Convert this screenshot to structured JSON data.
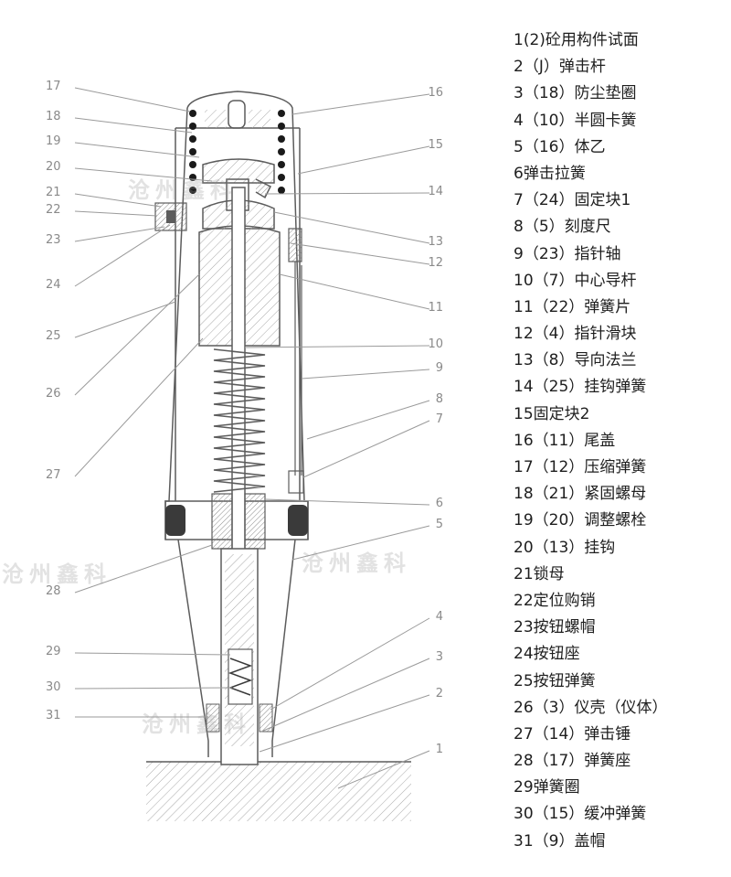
{
  "watermark_text": "沧州鑫科",
  "colors": {
    "line": "#5c5c5c",
    "hatch": "#9a9a9a",
    "leader": "#9a9a9a",
    "text": "#1e1e1e"
  },
  "callouts": [
    {
      "num": "17"
    },
    {
      "num": "18"
    },
    {
      "num": "19"
    },
    {
      "num": "20"
    },
    {
      "num": "21"
    },
    {
      "num": "22"
    },
    {
      "num": "23"
    },
    {
      "num": "24"
    },
    {
      "num": "25"
    },
    {
      "num": "26"
    },
    {
      "num": "27"
    },
    {
      "num": "28"
    },
    {
      "num": "29"
    },
    {
      "num": "30"
    },
    {
      "num": "31"
    },
    {
      "num": "16"
    },
    {
      "num": "15"
    },
    {
      "num": "14"
    },
    {
      "num": "13"
    },
    {
      "num": "12"
    },
    {
      "num": "11"
    },
    {
      "num": "10"
    },
    {
      "num": "9"
    },
    {
      "num": "8"
    },
    {
      "num": "7"
    },
    {
      "num": "6"
    },
    {
      "num": "5"
    },
    {
      "num": "4"
    },
    {
      "num": "3"
    },
    {
      "num": "2"
    },
    {
      "num": "1"
    }
  ],
  "legend": [
    "1(2)砼用构件试面",
    "2（J）弹击杆",
    "3（18）防尘垫圈",
    "4（10）半圆卡簧",
    "5（16）体乙",
    "6弹击拉簧",
    "7（24）固定块1",
    "8（5）刻度尺",
    "9（23）指针轴",
    "10（7）中心导杆",
    "11（22）弹簧片",
    "12（4）指针滑块",
    "13（8）导向法兰",
    "14（25）挂钩弹簧",
    "15固定块2",
    "16（11）尾盖",
    "17（12）压缩弹簧",
    "18（21）紧固螺母",
    "19（20）调整螺栓",
    "20（13）挂钩",
    "21锁母",
    "22定位购销",
    "23按钮螺帽",
    "24按钮座",
    "25按钮弹簧",
    "26（3）仪壳（仪体）",
    "27（14）弹击锤",
    "28（17）弹簧座",
    "29弹簧圈",
    "30（15）缓冲弹簧",
    "31（9）盖帽"
  ]
}
